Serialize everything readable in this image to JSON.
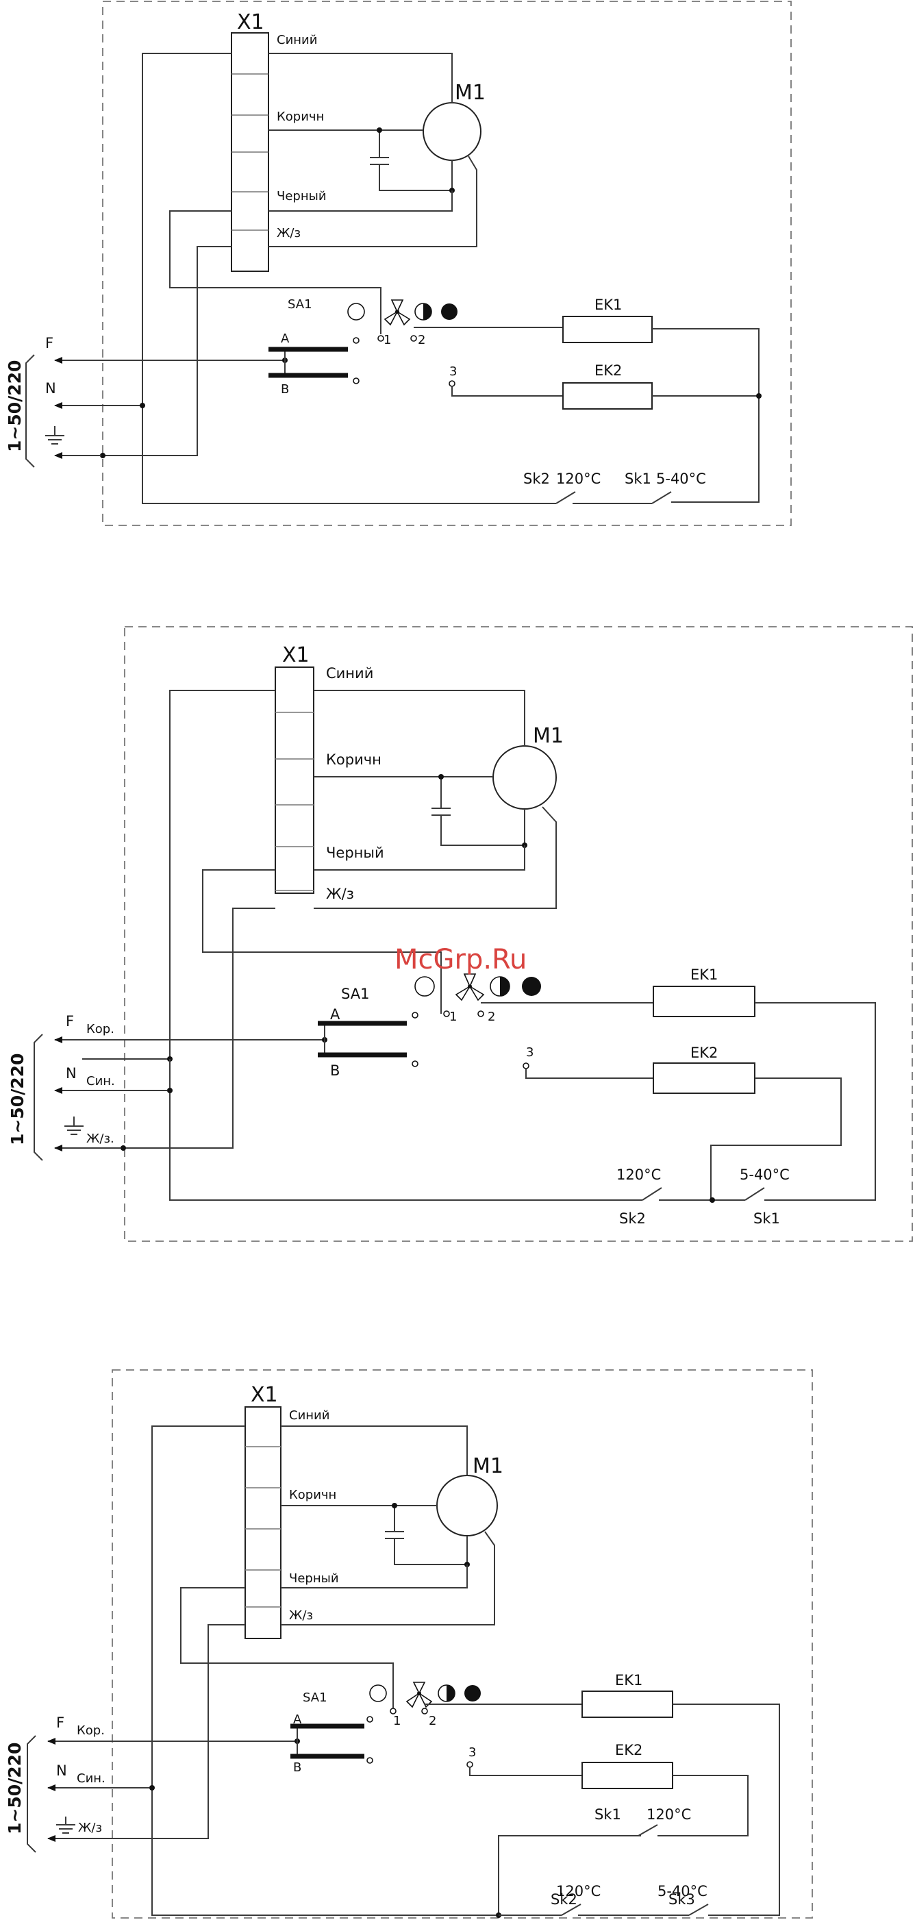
{
  "labels": {
    "x1": "X1",
    "m1": "M1",
    "sa1": "SA1",
    "ek1": "EK1",
    "ek2": "EK2",
    "wire_blue": "Синий",
    "wire_brown": "Коричн",
    "wire_black": "Черный",
    "wire_ground": "Ж/з",
    "contact_a": "A",
    "contact_b": "B",
    "pos1": "1",
    "pos2": "2",
    "pos3": "3",
    "phase": "F",
    "neutral": "N",
    "supply": "1~50/220",
    "phase_color": "Кор.",
    "neutral_color": "Син.",
    "ground_color": "Ж/з.",
    "ground_color3": "Ж/з",
    "sk1": "Sk1",
    "sk2": "Sk2",
    "sk3": "Sk3",
    "temp_120": "120°C",
    "temp_540": "5-40°C"
  },
  "watermark": "McGrp.Ru",
  "colors": {
    "wire": "#3a3a3a",
    "frame": "#777777",
    "watermark": "#d9433f"
  }
}
